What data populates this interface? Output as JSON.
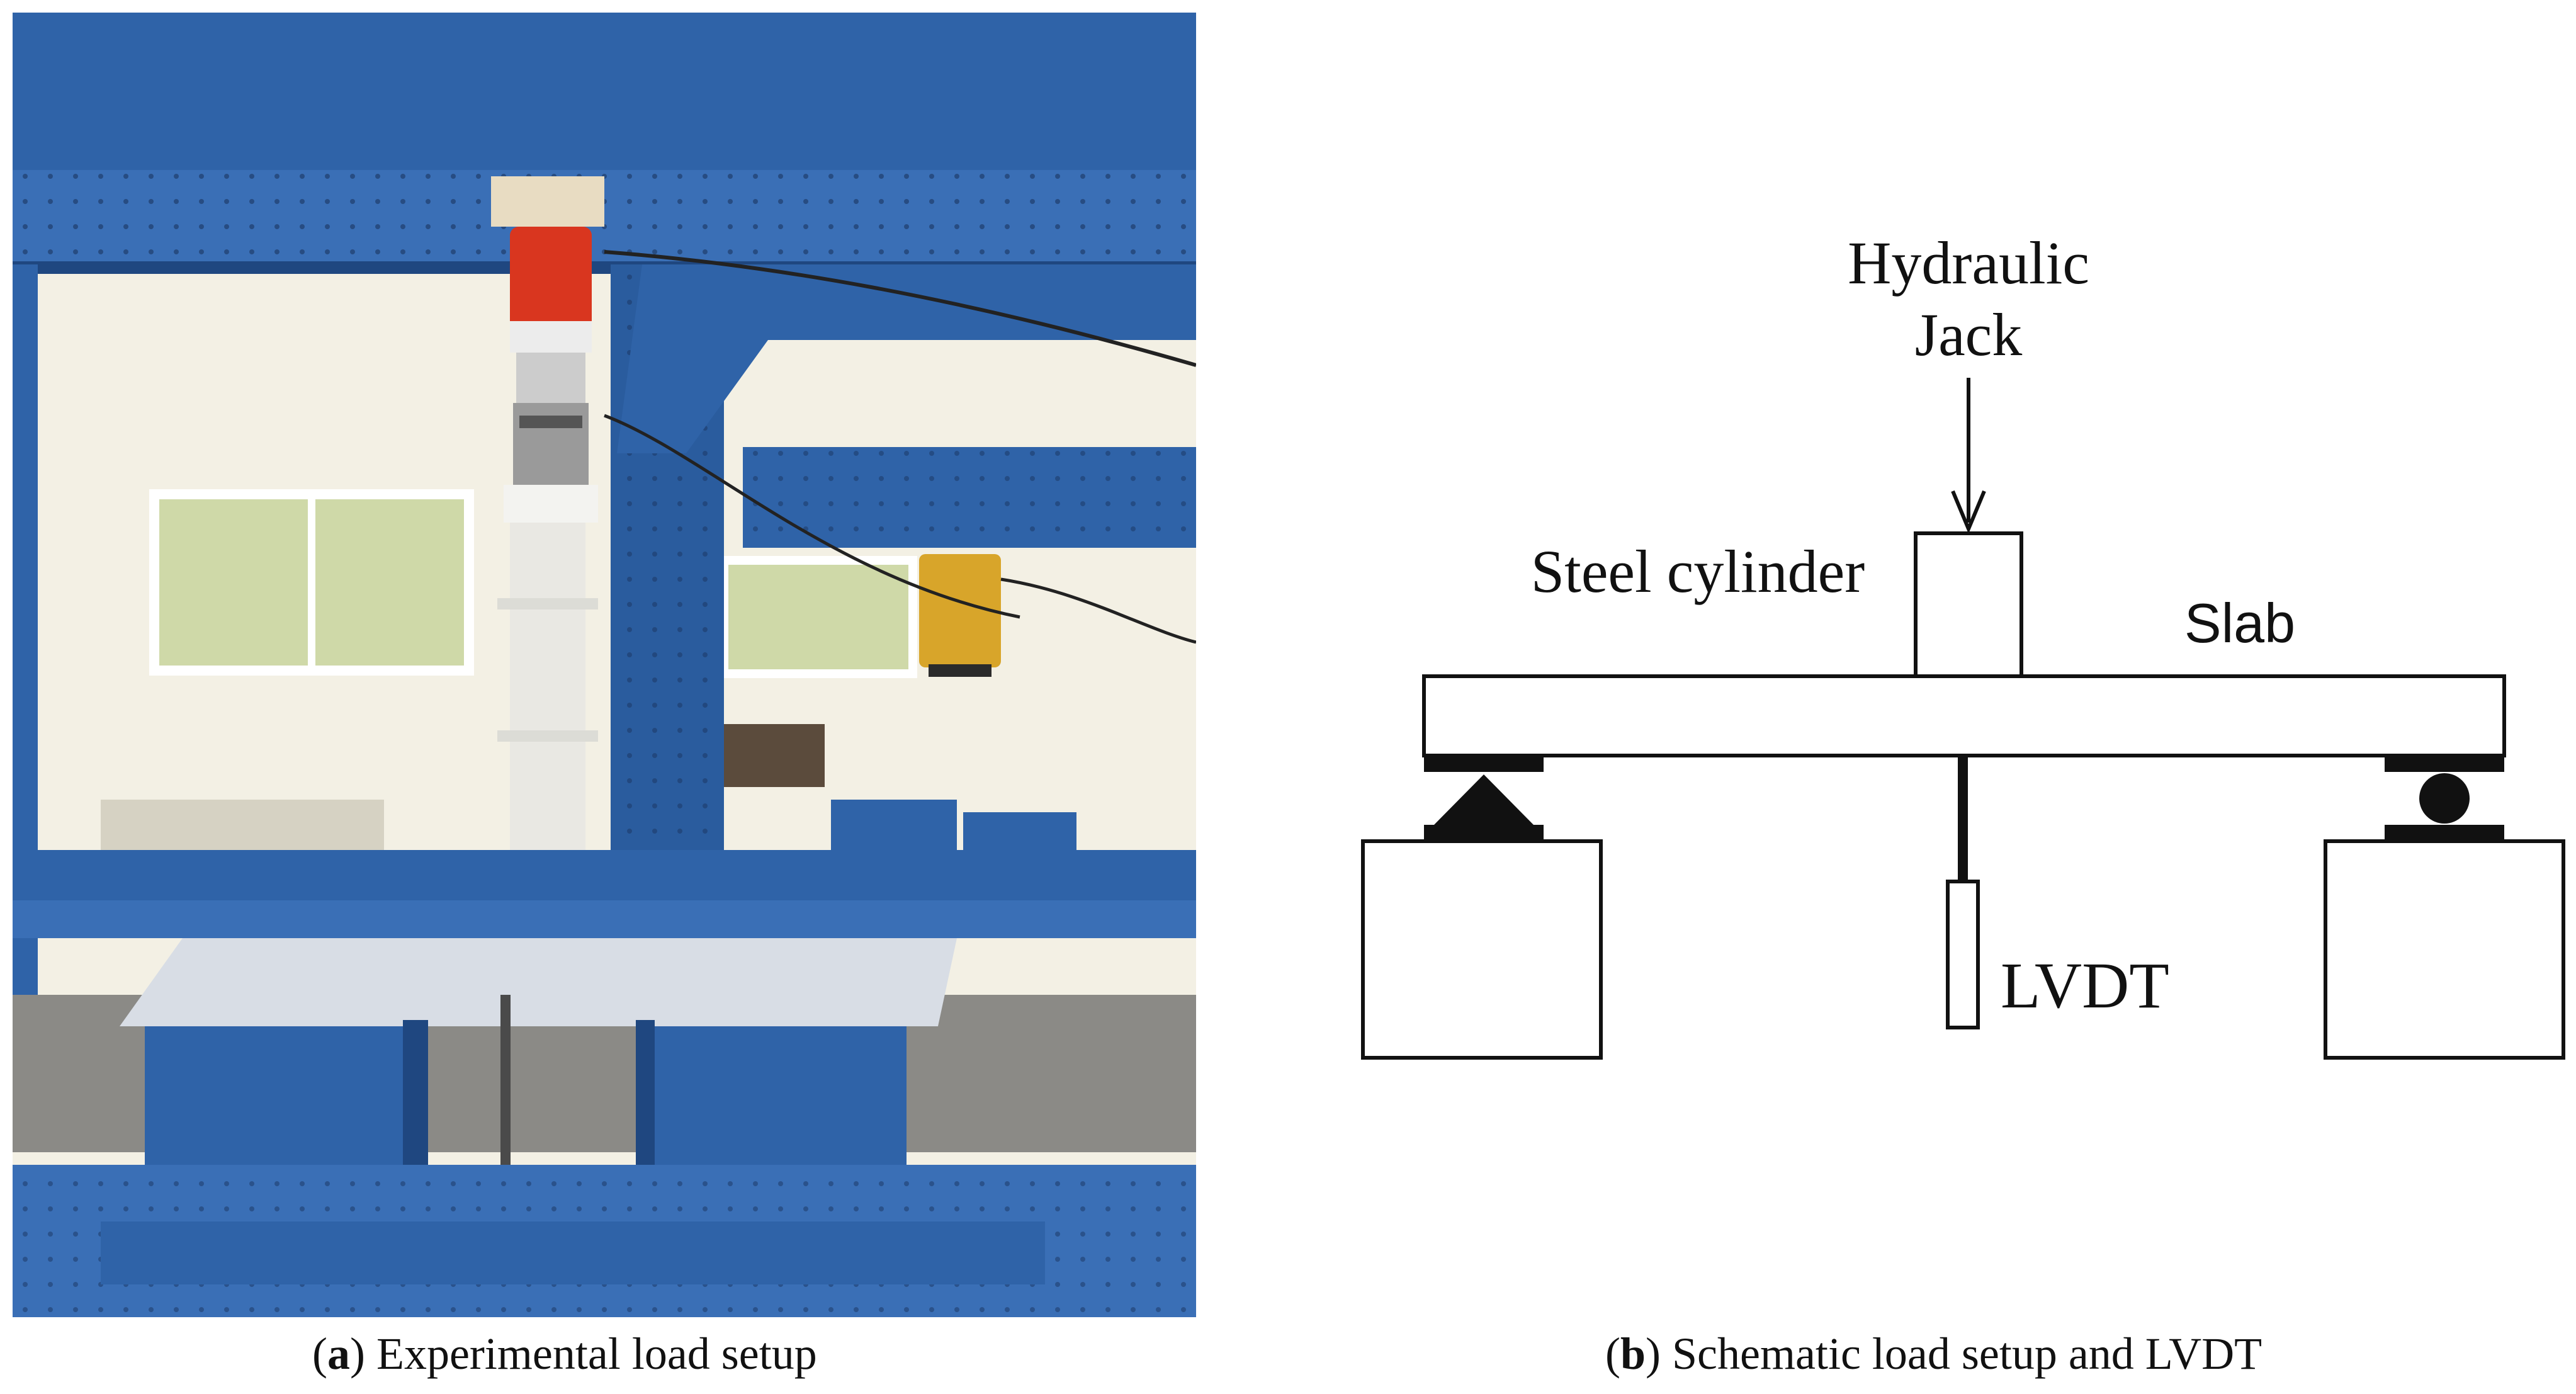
{
  "captions": {
    "a_letter": "a",
    "a_text": "Experimental load setup",
    "b_letter": "b",
    "b_text": "Schematic load setup and LVDT"
  },
  "schematic": {
    "jack_line1": "Hydraulic",
    "jack_line2": "Jack",
    "cylinder_label": "Steel cylinder",
    "slab_label": "Slab",
    "lvdt_label": "LVDT"
  },
  "colors": {
    "frame_blue": "#2f63a8",
    "frame_blue_dark": "#1f4780",
    "jack_red": "#d9361f",
    "jack_yellow": "#d8a52a",
    "specimen_white": "#e9e8e3",
    "wall": "#f3f0e4"
  }
}
